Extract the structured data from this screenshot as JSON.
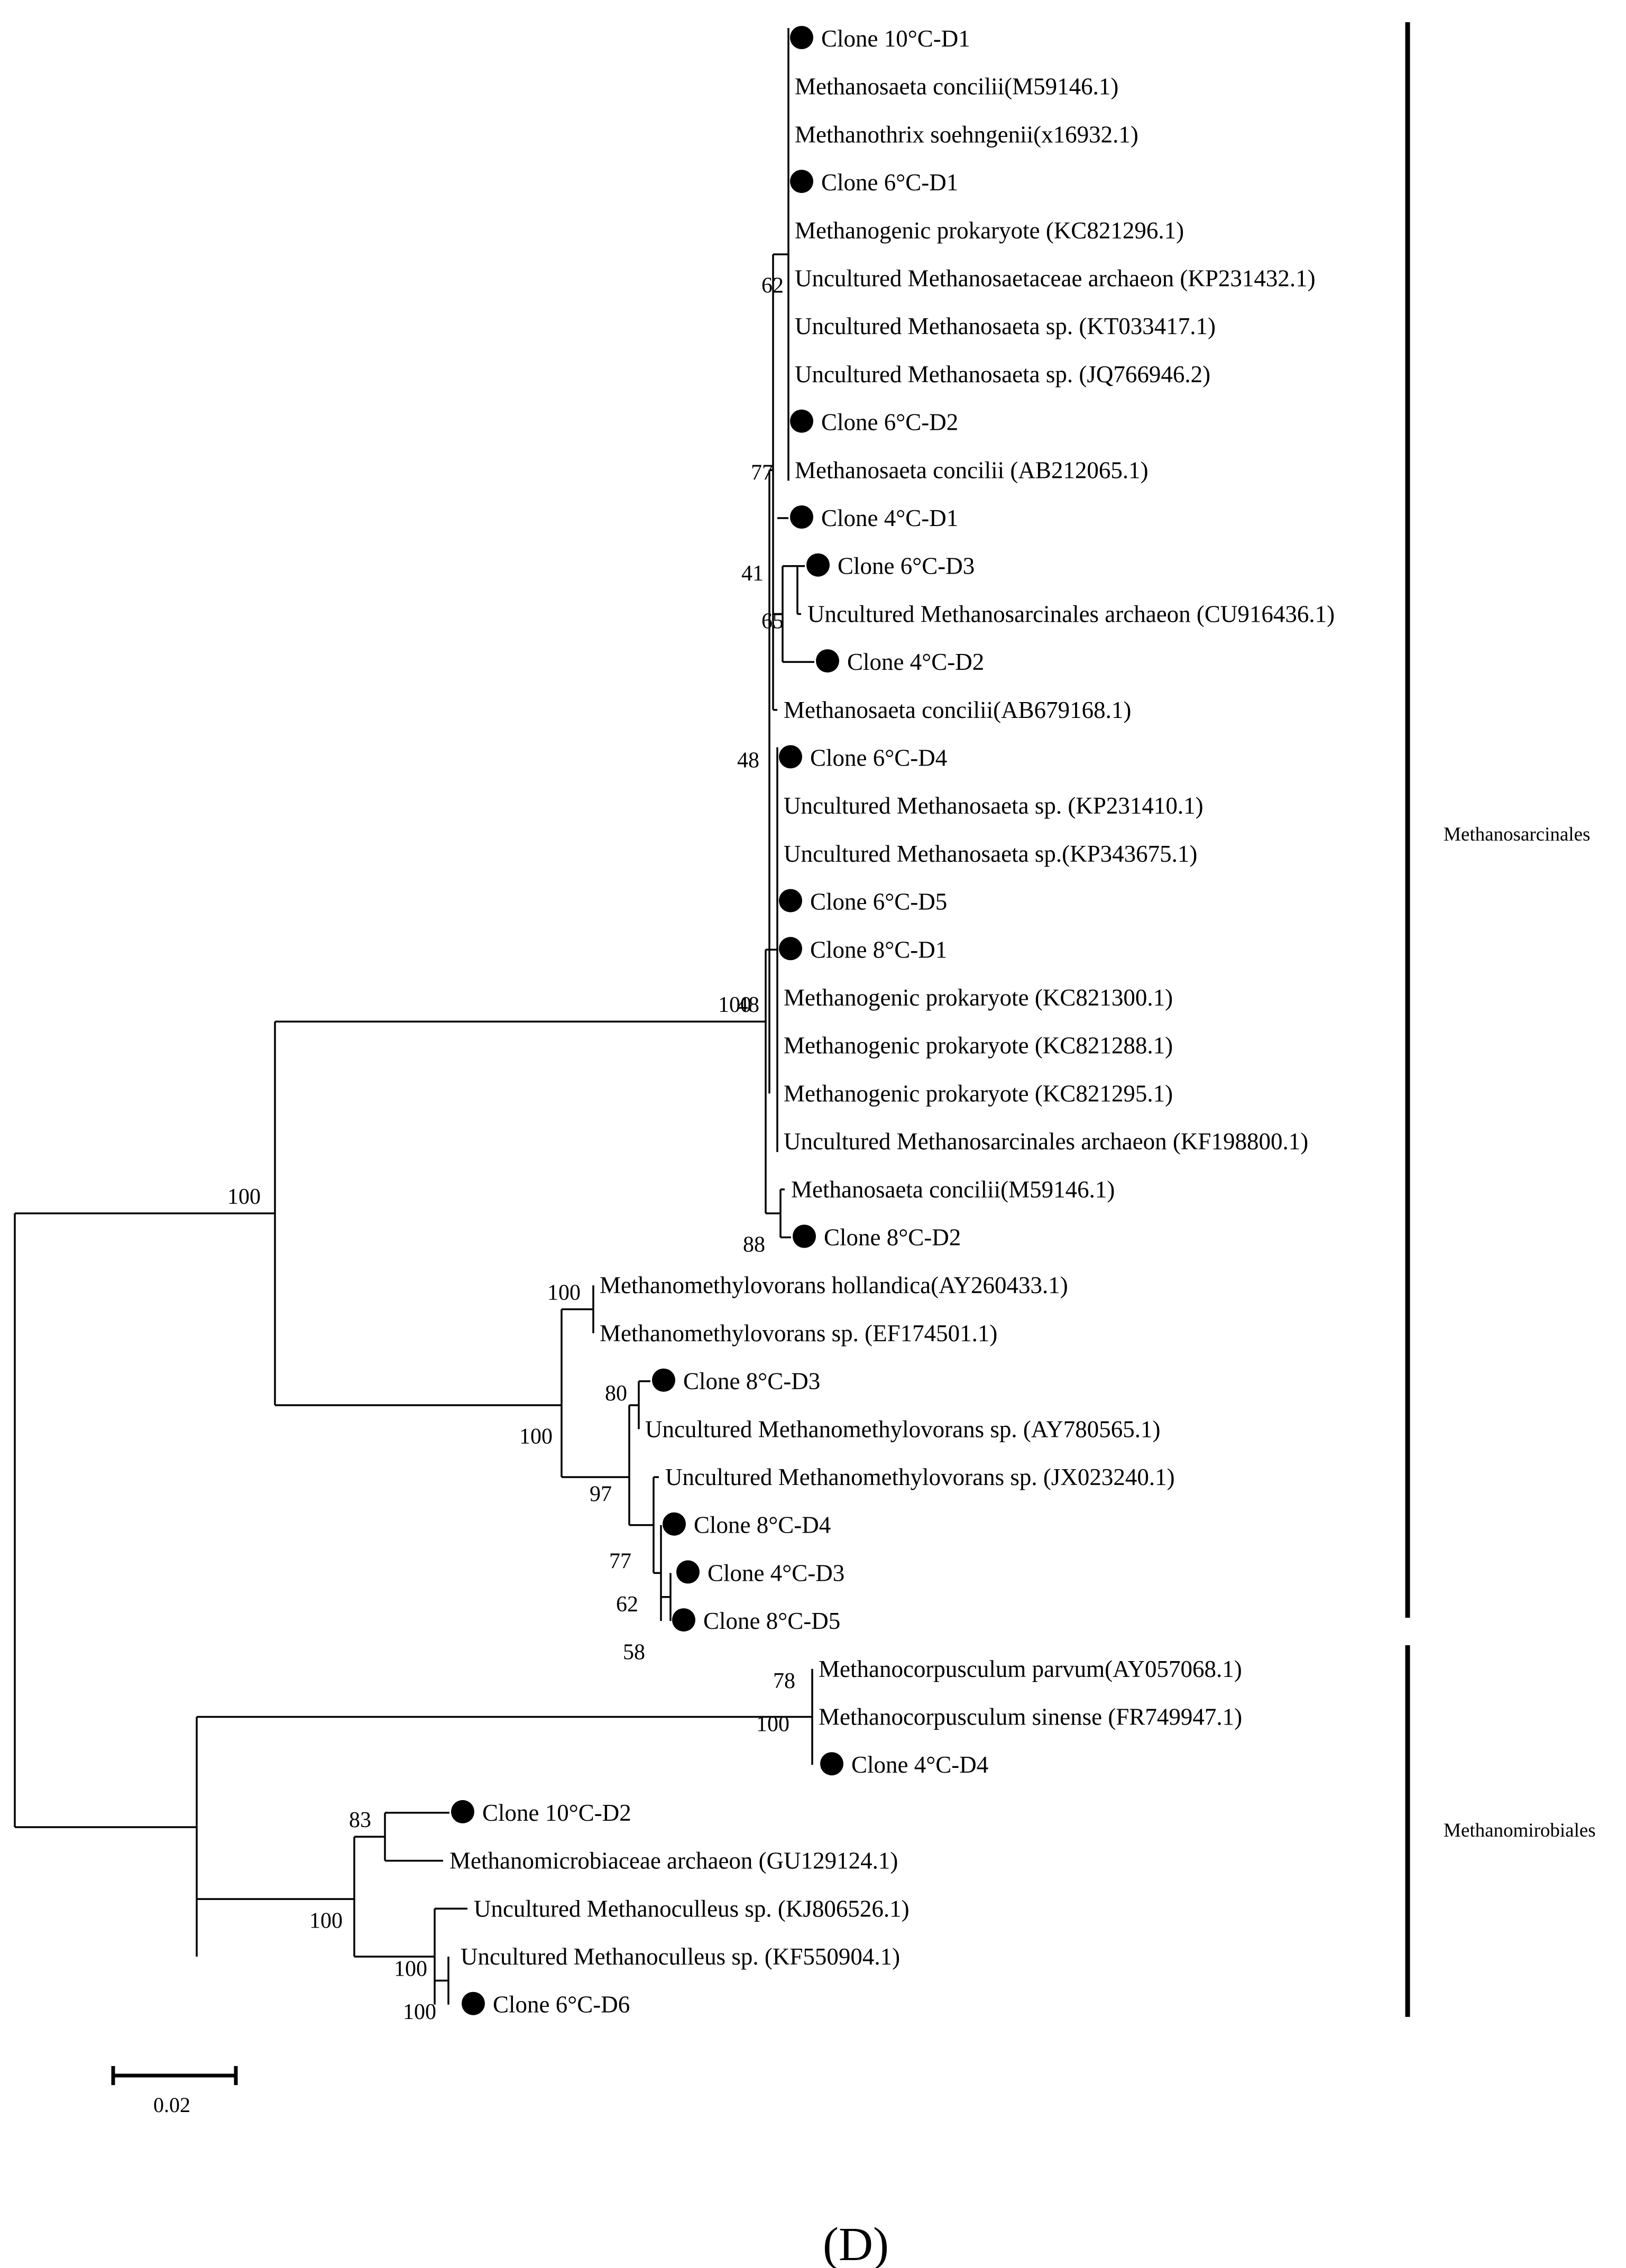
{
  "leaves": [
    {
      "label": "Clone 10°C-D1",
      "clone": true
    },
    {
      "label": "Methanosaeta concilii(M59146.1)",
      "clone": false
    },
    {
      "label": "Methanothrix soehngenii(x16932.1)",
      "clone": false
    },
    {
      "label": "Clone 6°C-D1",
      "clone": true
    },
    {
      "label": "Methanogenic prokaryote (KC821296.1)",
      "clone": false
    },
    {
      "label": "Uncultured Methanosaetaceae archaeon (KP231432.1)",
      "clone": false
    },
    {
      "label": "Uncultured Methanosaeta sp. (KT033417.1)",
      "clone": false
    },
    {
      "label": "Uncultured Methanosaeta sp. (JQ766946.2)",
      "clone": false
    },
    {
      "label": "Clone 6°C-D2",
      "clone": true
    },
    {
      "label": "Methanosaeta concilii (AB212065.1)",
      "clone": false
    },
    {
      "label": "Clone 4°C-D1",
      "clone": true
    },
    {
      "label": "Clone 6°C-D3",
      "clone": true
    },
    {
      "label": "Uncultured Methanosarcinales archaeon (CU916436.1)",
      "clone": false
    },
    {
      "label": "Clone 4°C-D2",
      "clone": true
    },
    {
      "label": "Methanosaeta concilii(AB679168.1)",
      "clone": false
    },
    {
      "label": "Clone 6°C-D4",
      "clone": true
    },
    {
      "label": "Uncultured Methanosaeta sp. (KP231410.1)",
      "clone": false
    },
    {
      "label": "Uncultured Methanosaeta sp.(KP343675.1)",
      "clone": false
    },
    {
      "label": "Clone 6°C-D5",
      "clone": true
    },
    {
      "label": "Clone 8°C-D1",
      "clone": true
    },
    {
      "label": "Methanogenic prokaryote (KC821300.1)",
      "clone": false
    },
    {
      "label": "Methanogenic prokaryote (KC821288.1)",
      "clone": false
    },
    {
      "label": "Methanogenic prokaryote (KC821295.1)",
      "clone": false
    },
    {
      "label": "Uncultured Methanosarcinales archaeon (KF198800.1)",
      "clone": false
    },
    {
      "label": "Methanosaeta concilii(M59146.1)",
      "clone": false
    },
    {
      "label": "Clone 8°C-D2",
      "clone": true
    },
    {
      "label": "Methanomethylovorans hollandica(AY260433.1)",
      "clone": false
    },
    {
      "label": "Methanomethylovorans sp. (EF174501.1)",
      "clone": false
    },
    {
      "label": "Clone 8°C-D3",
      "clone": true
    },
    {
      "label": "Uncultured Methanomethylovorans sp. (AY780565.1)",
      "clone": false
    },
    {
      "label": "Uncultured Methanomethylovorans sp. (JX023240.1)",
      "clone": false
    },
    {
      "label": "Clone 8°C-D4",
      "clone": true
    },
    {
      "label": "Clone 4°C-D3",
      "clone": true
    },
    {
      "label": "Clone 8°C-D5",
      "clone": true
    },
    {
      "label": "Methanocorpusculum parvum(AY057068.1)",
      "clone": false
    },
    {
      "label": "Methanocorpusculum sinense (FR749947.1)",
      "clone": false
    },
    {
      "label": "Clone 4°C-D4",
      "clone": true
    },
    {
      "label": "Clone 10°C-D2",
      "clone": true
    },
    {
      "label": "Methanomicrobiaceae archaeon (GU129124.1)",
      "clone": false
    },
    {
      "label": "Uncultured Methanoculleus sp. (KJ806526.1)",
      "clone": false
    },
    {
      "label": "Uncultured Methanoculleus sp. (KF550904.1)",
      "clone": false
    },
    {
      "label": "Clone 6°C-D6",
      "clone": true
    }
  ],
  "bootstrap_values": [
    "62",
    "77",
    "41",
    "65",
    "48",
    "100",
    "48",
    "88",
    "100",
    "100",
    "80",
    "97",
    "77",
    "62",
    "58",
    "100",
    "78",
    "100",
    "83",
    "100",
    "100",
    "100"
  ],
  "clades": [
    "Methanosarcinales",
    "Methanomirobiales"
  ],
  "scale_bar": {
    "label": "0.02"
  },
  "panel_label": "(D)"
}
